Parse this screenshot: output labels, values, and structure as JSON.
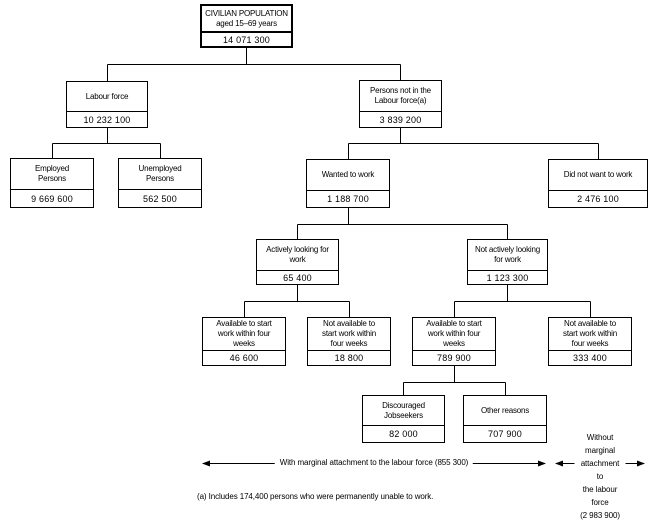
{
  "nodes": {
    "civilian_population": {
      "label": "CIVILIAN POPULATION\naged 15–69 years",
      "value": "14 071 300"
    },
    "labour_force": {
      "label": "Labour force",
      "value": "10 232 100",
      "parent": "civilian_population"
    },
    "persons_not_in_labour_force": {
      "label": "Persons not in the\nLabour force(a)",
      "value": "3 839 200",
      "parent": "civilian_population"
    },
    "employed_persons": {
      "label": "Employed\nPersons",
      "value": "9 669 600",
      "parent": "labour_force"
    },
    "unemployed_persons": {
      "label": "Unemployed\nPersons",
      "value": "562 500",
      "parent": "labour_force"
    },
    "wanted_to_work": {
      "label": "Wanted to work",
      "value": "1 188 700",
      "parent": "persons_not_in_labour_force"
    },
    "did_not_want_to_work": {
      "label": "Did not want to work",
      "value": "2 476 100",
      "parent": "persons_not_in_labour_force"
    },
    "actively_looking": {
      "label": "Actively looking for\nwork",
      "value": "65 400",
      "parent": "wanted_to_work"
    },
    "not_actively_looking": {
      "label": "Not actively looking\nfor work",
      "value": "1 123 300",
      "parent": "wanted_to_work"
    },
    "available_to_start_active": {
      "label": "Available to start\nwork within four\nweeks",
      "value": "46 600",
      "parent": "actively_looking"
    },
    "not_available_to_start_active": {
      "label": "Not available to\nstart work within\nfour weeks",
      "value": "18 800",
      "parent": "actively_looking"
    },
    "available_to_start_not_active": {
      "label": "Available to start\nwork within four\nweeks",
      "value": "789 900",
      "parent": "not_actively_looking"
    },
    "not_available_to_start_not_active": {
      "label": "Not available to\nstart work within\nfour weeks",
      "value": "333 400",
      "parent": "not_actively_looking"
    },
    "discouraged_jobseekers": {
      "label": "Discouraged\nJobseekers",
      "value": "82 000",
      "parent": "available_to_start_not_active"
    },
    "other_reasons": {
      "label": "Other reasons",
      "value": "707 900",
      "parent": "available_to_start_not_active"
    }
  },
  "annotations": {
    "with_marginal_attachment": "With marginal attachment to the labour force (855 300)",
    "without_marginal_attachment": "Without\nmarginal\nattachment to\nthe labour force\n(2 983 900)(a)",
    "footnote": "(a) Includes 174,400 persons who were permanently unable to work."
  },
  "colors": {
    "line": "#000000",
    "background": "#ffffff"
  }
}
